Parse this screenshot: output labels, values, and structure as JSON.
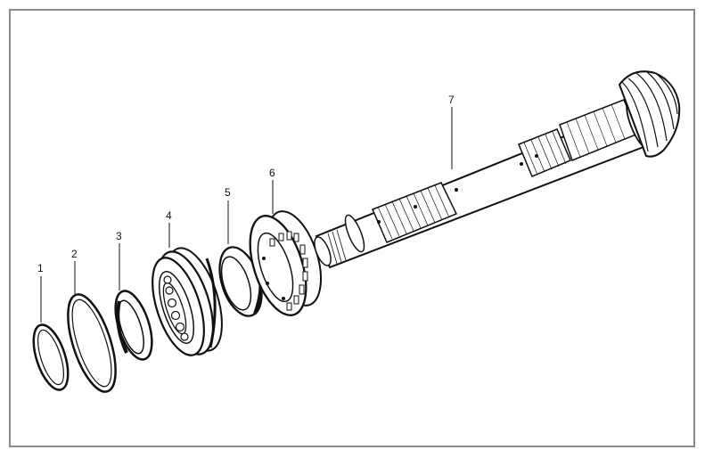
{
  "diagram": {
    "callouts": [
      {
        "id": "part-1",
        "label": "1"
      },
      {
        "id": "part-2",
        "label": "2"
      },
      {
        "id": "part-3",
        "label": "3"
      },
      {
        "id": "part-4",
        "label": "4"
      },
      {
        "id": "part-5",
        "label": "5"
      },
      {
        "id": "part-6",
        "label": "6"
      },
      {
        "id": "part-7",
        "label": "7"
      }
    ],
    "colors": {
      "frame_border": "#8a8a8a",
      "line": "#111111",
      "background": "#ffffff"
    }
  }
}
